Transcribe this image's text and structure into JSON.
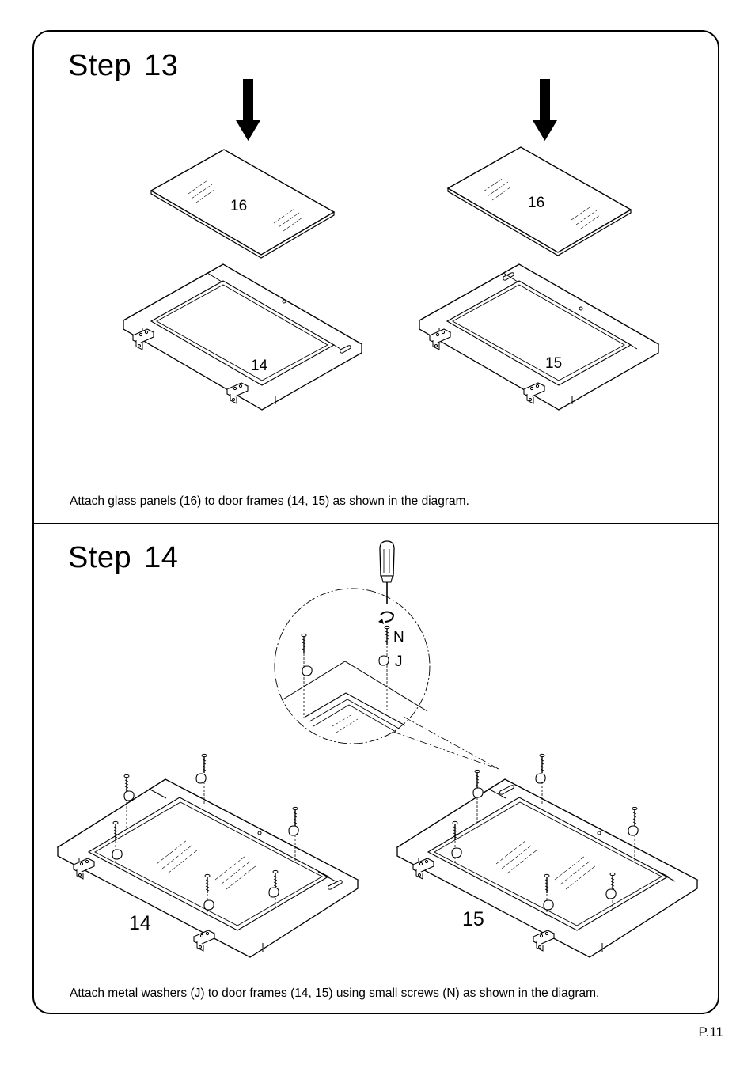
{
  "steps": [
    {
      "label": "Step",
      "number": "13",
      "caption": "Attach glass panels (16) to door frames (14, 15) as shown in the diagram.",
      "parts": {
        "glass_left": "16",
        "glass_right": "16",
        "frame_left": "14",
        "frame_right": "15"
      }
    },
    {
      "label": "Step",
      "number": "14",
      "caption": "Attach metal washers (J) to door frames (14, 15) using small screws (N) as shown in the diagram.",
      "parts": {
        "screw": "N",
        "washer": "J",
        "frame_left": "14",
        "frame_right": "15"
      }
    }
  ],
  "page": "P.11"
}
